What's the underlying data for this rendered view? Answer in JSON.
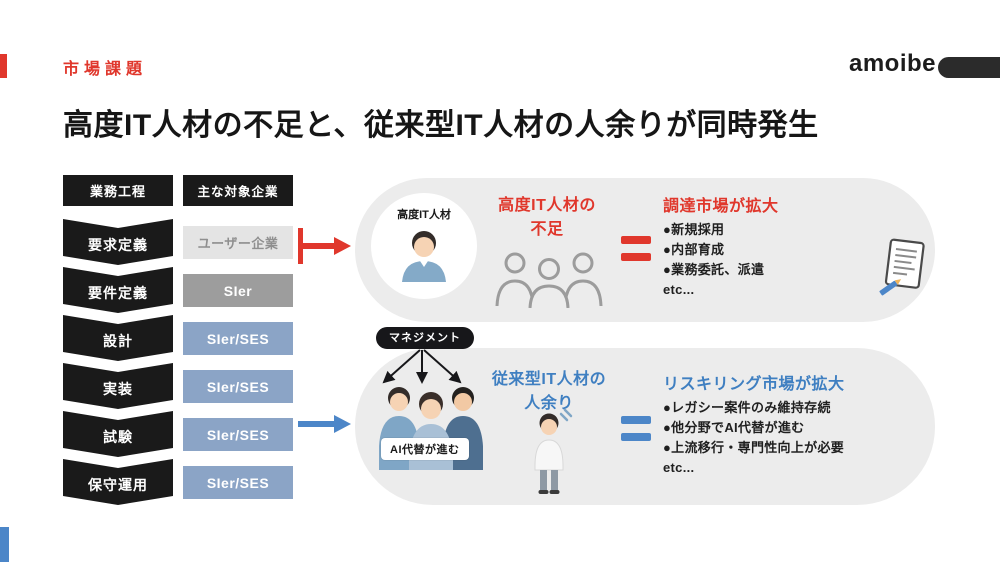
{
  "header": {
    "kicker": "市場課題",
    "title": "高度IT人材の不足と、従来型IT人材の人余りが同時発生",
    "brand": "amoibe"
  },
  "flow": {
    "process_header": "業務工程",
    "company_header": "主な対象企業",
    "rows": [
      {
        "process": "要求定義",
        "company": "ユーザー企業"
      },
      {
        "process": "要件定義",
        "company": "SIer"
      },
      {
        "process": "設計",
        "company": "SIer/SES"
      },
      {
        "process": "実装",
        "company": "SIer/SES"
      },
      {
        "process": "試験",
        "company": "SIer/SES"
      },
      {
        "process": "保守運用",
        "company": "SIer/SES"
      }
    ]
  },
  "management_label": "マネジメント",
  "top_panel": {
    "avatar_label": "高度IT人材",
    "problem_line1": "高度IT人材の",
    "problem_line2": "不足",
    "headline": "調達市場が拡大",
    "bullets": [
      "●新規採用",
      "●内部育成",
      "●業務委託、派遣",
      "etc..."
    ]
  },
  "bottom_panel": {
    "ai_label": "AI代替が進む",
    "problem_line1": "従来型IT人材の",
    "problem_line2": "人余り",
    "headline": "リスキリング市場が拡大",
    "bullets": [
      "●レガシー案件のみ維持存続",
      "●他分野でAI代替が進む",
      "●上流移行・専門性向上が必要",
      "etc..."
    ]
  },
  "colors": {
    "accent_red": "#e0372c",
    "accent_blue": "#3f7fc1",
    "arrow_blue": "#4c86c8",
    "box_blue": "#8ba4c6",
    "box_gray": "#9d9d9d",
    "panel_gray": "#ececec",
    "black": "#1a1a1a"
  }
}
